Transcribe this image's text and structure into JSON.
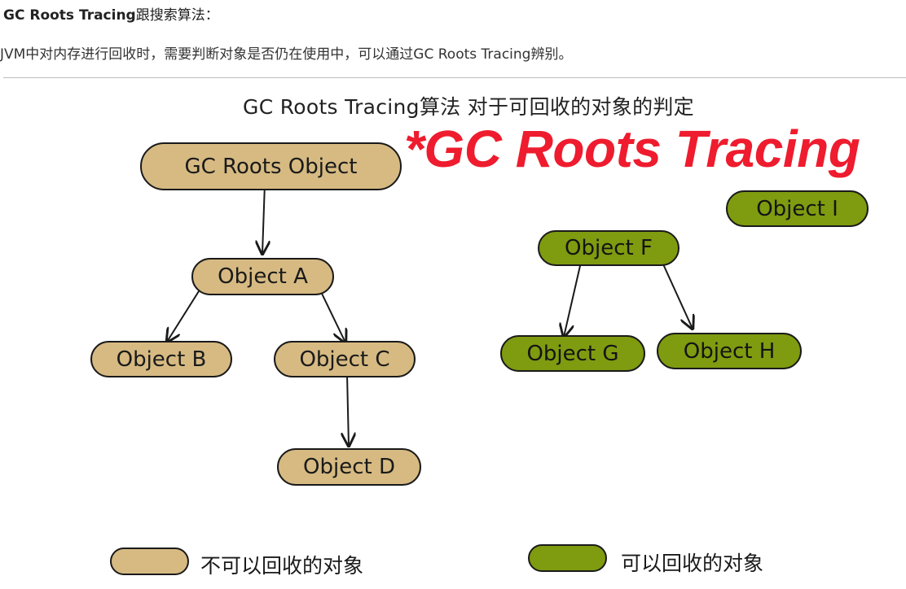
{
  "article": {
    "heading_bold": "GC Roots Tracing",
    "heading_rest": "跟搜索算法：",
    "intro": "JVM中对内存进行回收时，需要判断对象是否仍在使用中，可以通过GC Roots Tracing辨别。"
  },
  "diagram": {
    "title": "GC Roots Tracing算法 对于可回收的对象的判定",
    "watermark": "*GC Roots Tracing",
    "nodes": {
      "root": "GC Roots Object",
      "a": "Object A",
      "b": "Object B",
      "c": "Object C",
      "d": "Object D",
      "f": "Object F",
      "g": "Object G",
      "h": "Object H",
      "i": "Object I"
    },
    "legend": {
      "not_collectable": "不可以回收的对象",
      "collectable": "可以回收的对象"
    },
    "colors": {
      "not_collectable": "#d6ba82",
      "collectable": "#7f9b10",
      "watermark": "#ee1c2e"
    }
  }
}
